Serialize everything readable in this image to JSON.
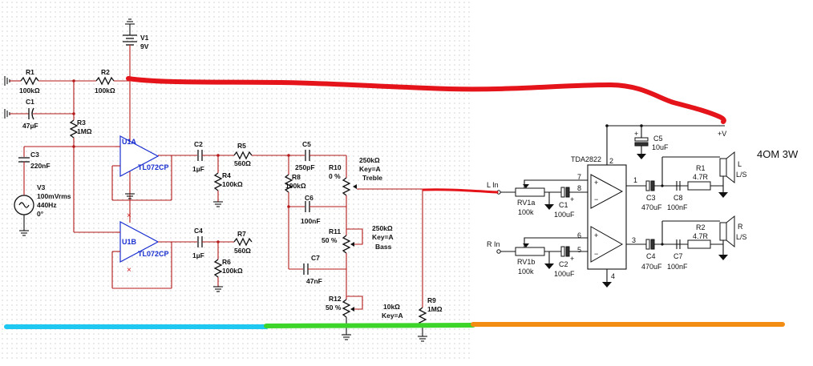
{
  "left_schematic": {
    "components": {
      "R1": {
        "ref": "R1",
        "value": "100kΩ"
      },
      "R2": {
        "ref": "R2",
        "value": "100kΩ"
      },
      "C1": {
        "ref": "C1",
        "value": "47µF"
      },
      "V1": {
        "ref": "V1",
        "value": "9V"
      },
      "R3": {
        "ref": "R3",
        "value": "1MΩ"
      },
      "C3": {
        "ref": "C3",
        "value": "220nF"
      },
      "V3": {
        "ref": "V3",
        "value1": "100mVrms",
        "value2": "440Hz",
        "value3": "0°"
      },
      "U1A": {
        "ref": "U1A",
        "part": "TL072CP"
      },
      "U1B": {
        "ref": "U1B",
        "part": "TL072CP"
      },
      "C2": {
        "ref": "C2",
        "value": "1µF"
      },
      "C4": {
        "ref": "C4",
        "value": "1µF"
      },
      "R4": {
        "ref": "R4",
        "value": "100kΩ"
      },
      "R5": {
        "ref": "R5",
        "value": "560Ω"
      },
      "R6": {
        "ref": "R6",
        "value": "100kΩ"
      },
      "R7": {
        "ref": "R7",
        "value": "560Ω"
      },
      "C5": {
        "ref": "C5",
        "value": "250pF"
      },
      "R8": {
        "ref": "R8",
        "value": "100kΩ"
      },
      "C6": {
        "ref": "C6",
        "value": "100nF"
      },
      "C7": {
        "ref": "C7",
        "value": "47nF"
      },
      "R10": {
        "ref": "R10",
        "percent": "0 %",
        "value": "250kΩ",
        "key": "Key=A",
        "name": "Treble"
      },
      "R11": {
        "ref": "R11",
        "percent": "50 %",
        "value": "250kΩ",
        "key": "Key=A",
        "name": "Bass"
      },
      "R12": {
        "ref": "R12",
        "percent": "50 %",
        "value": "10kΩ",
        "key": "Key=A"
      },
      "R9": {
        "ref": "R9",
        "value": "1MΩ"
      }
    }
  },
  "right_schematic": {
    "chip": "TDA2822",
    "supply": "+V",
    "speaker_note": "4OM 3W",
    "inputs": {
      "left": "L In",
      "right": "R In"
    },
    "components": {
      "RV1a": {
        "ref": "RV1a",
        "value": "100k"
      },
      "RV1b": {
        "ref": "RV1b",
        "value": "100k"
      },
      "C1": {
        "ref": "C1",
        "value": "100uF"
      },
      "C2": {
        "ref": "C2",
        "value": "100uF"
      },
      "C3": {
        "ref": "C3",
        "value": "470uF"
      },
      "C4": {
        "ref": "C4",
        "value": "470uF"
      },
      "C5": {
        "ref": "C5",
        "value": "10uF"
      },
      "C7": {
        "ref": "C7",
        "value": "100nF"
      },
      "C8": {
        "ref": "C8",
        "value": "100nF"
      },
      "R1": {
        "ref": "R1",
        "value": "4.7R"
      },
      "R2": {
        "ref": "R2",
        "value": "4.7R"
      },
      "SPK_L": {
        "ref": "L",
        "name": "L/S"
      },
      "SPK_R": {
        "ref": "R",
        "name": "L/S"
      }
    },
    "pins": [
      "2",
      "1",
      "7",
      "8",
      "6",
      "5",
      "3",
      "4"
    ],
    "polarity": [
      "+",
      "−",
      "+",
      "−"
    ]
  },
  "annotations": {
    "marker_colors": {
      "red": "#e4141a",
      "cyan": "#1ec8f0",
      "green": "#3ed52a",
      "orange": "#f28c12"
    }
  }
}
